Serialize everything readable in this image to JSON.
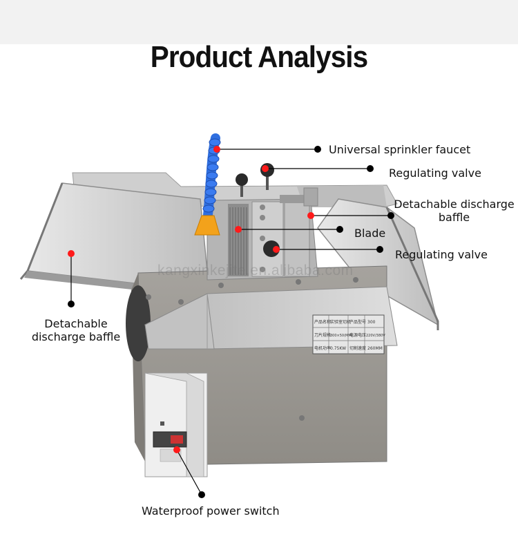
{
  "title": "Product Analysis",
  "watermark": "kangxinkejite.en.alibaba.com",
  "nameplate": {
    "row1": [
      "产品名称",
      "实验室切机",
      "产品型号",
      "300"
    ],
    "row2": [
      "刀片规格",
      "300×50(MM)",
      "电源电压",
      "220V/380V"
    ],
    "row3": [
      "电机功率",
      "0.75KW",
      "切割速度",
      "260MM"
    ]
  },
  "callouts": {
    "sprinkler": "Universal sprinkler faucet",
    "valve_top": "Regulating valve",
    "baffle_right": "Detachable discharge baffle",
    "blade": "Blade",
    "valve_mid": "Regulating valve",
    "baffle_left": "Detachable discharge baffle",
    "switch": "Waterproof power switch"
  },
  "colors": {
    "marker_red": "#ff1a1a",
    "marker_black": "#000000",
    "nozzle_blue": "#2f6fe0",
    "nozzle_orange": "#f3a21b"
  }
}
